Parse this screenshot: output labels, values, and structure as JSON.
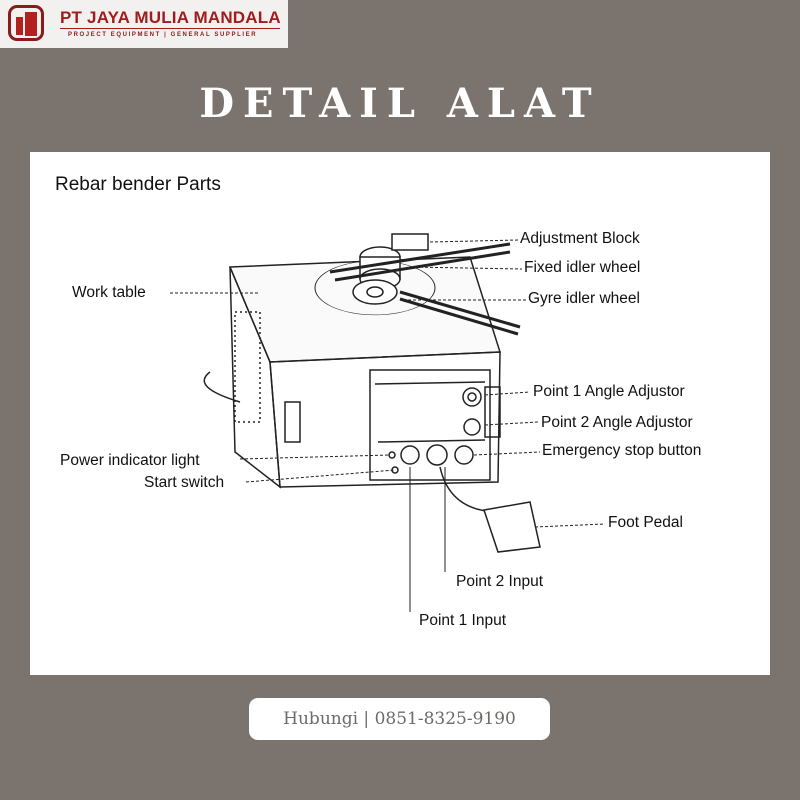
{
  "brand": {
    "name": "PT JAYA MULIA MANDALA",
    "tagline": "PROJECT EQUIPMENT | GENERAL SUPPLIER",
    "color": "#a01d1d"
  },
  "title": "DETAIL ALAT",
  "diagram": {
    "title": "Rebar bender Parts",
    "labels": {
      "adjustment_block": "Adjustment Block",
      "fixed_idler": "Fixed idler wheel",
      "gyre_idler": "Gyre idler wheel",
      "work_table": "Work table",
      "p1_angle": "Point 1 Angle Adjustor",
      "p2_angle": "Point 2 Angle  Adjustor",
      "power_light": "Power indicator light",
      "start_switch": "Start switch",
      "emergency": "Emergency stop button",
      "foot_pedal": "Foot Pedal",
      "p2_input": "Point 2 Input",
      "p1_input": "Point 1 Input"
    }
  },
  "contact": "Hubungi | 0851-8325-9190"
}
